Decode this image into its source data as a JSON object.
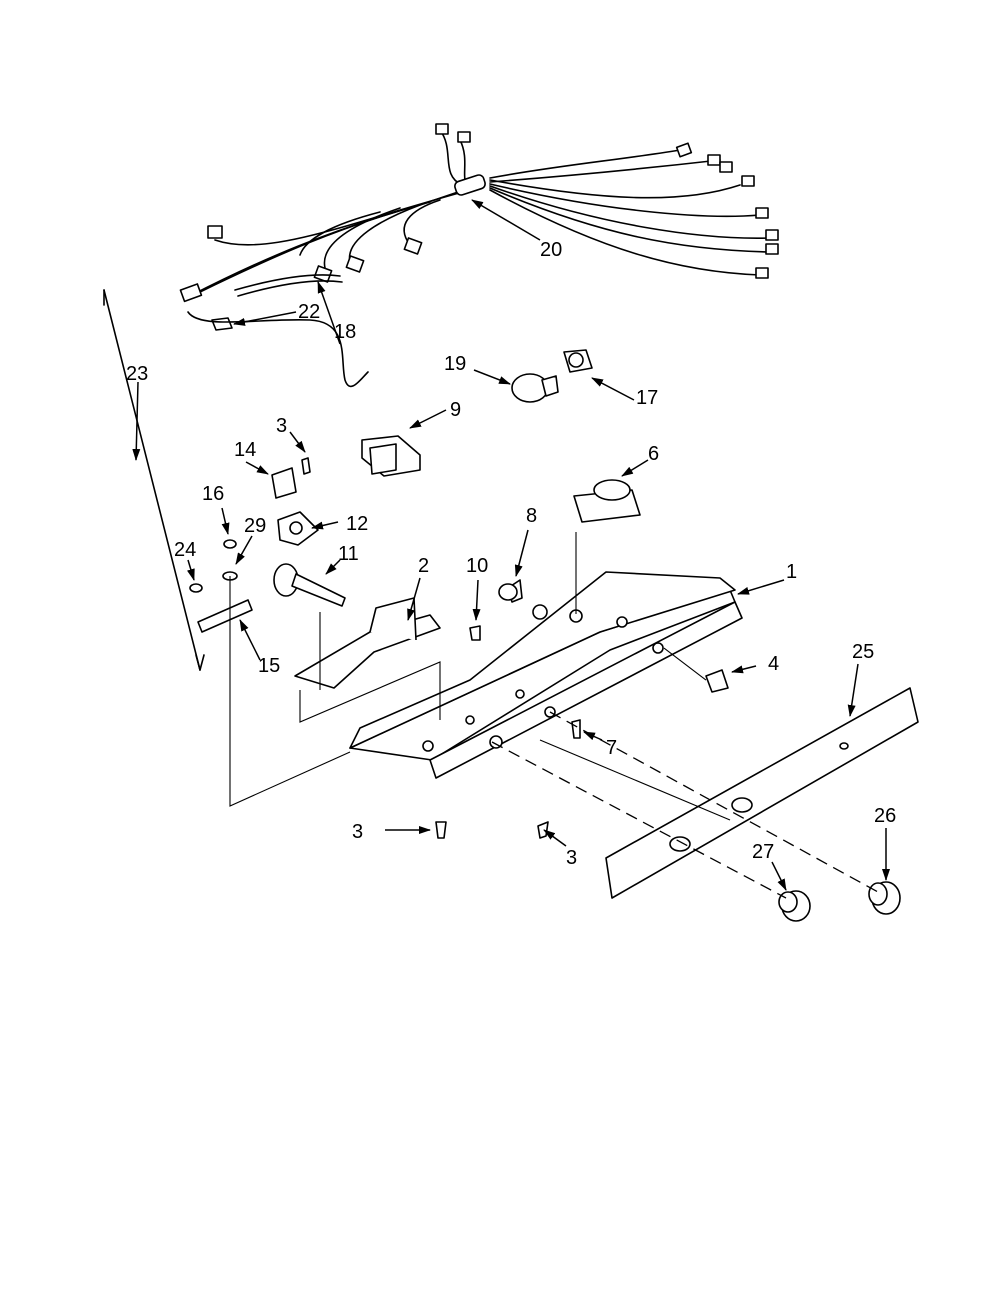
{
  "diagram": {
    "callouts": [
      {
        "id": "c1",
        "label": "1"
      },
      {
        "id": "c2",
        "label": "2"
      },
      {
        "id": "c3a",
        "label": "3"
      },
      {
        "id": "c3b",
        "label": "3"
      },
      {
        "id": "c3c",
        "label": "3"
      },
      {
        "id": "c4",
        "label": "4"
      },
      {
        "id": "c6",
        "label": "6"
      },
      {
        "id": "c7",
        "label": "7"
      },
      {
        "id": "c8",
        "label": "8"
      },
      {
        "id": "c9",
        "label": "9"
      },
      {
        "id": "c10",
        "label": "10"
      },
      {
        "id": "c11",
        "label": "11"
      },
      {
        "id": "c12",
        "label": "12"
      },
      {
        "id": "c14",
        "label": "14"
      },
      {
        "id": "c15",
        "label": "15"
      },
      {
        "id": "c16",
        "label": "16"
      },
      {
        "id": "c17",
        "label": "17"
      },
      {
        "id": "c18",
        "label": "18"
      },
      {
        "id": "c19",
        "label": "19"
      },
      {
        "id": "c20",
        "label": "20"
      },
      {
        "id": "c22",
        "label": "22"
      },
      {
        "id": "c23",
        "label": "23"
      },
      {
        "id": "c24",
        "label": "24"
      },
      {
        "id": "c25",
        "label": "25"
      },
      {
        "id": "c26",
        "label": "26"
      },
      {
        "id": "c27",
        "label": "27"
      },
      {
        "id": "c29",
        "label": "29"
      }
    ]
  }
}
